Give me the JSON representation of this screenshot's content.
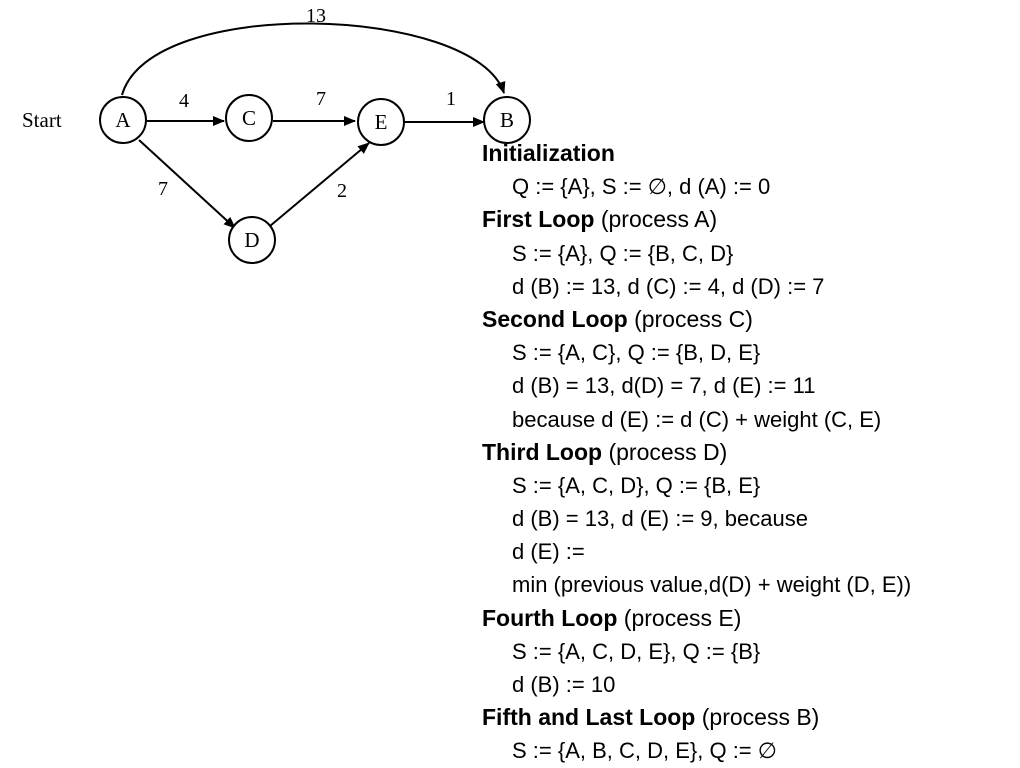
{
  "graph": {
    "start_label": "Start",
    "nodes": [
      {
        "id": "A",
        "label": "A"
      },
      {
        "id": "C",
        "label": "C"
      },
      {
        "id": "E",
        "label": "E"
      },
      {
        "id": "B",
        "label": "B"
      },
      {
        "id": "D",
        "label": "D"
      }
    ],
    "edges": [
      {
        "from": "A",
        "to": "B",
        "weight": "13"
      },
      {
        "from": "A",
        "to": "C",
        "weight": "4"
      },
      {
        "from": "C",
        "to": "E",
        "weight": "7"
      },
      {
        "from": "E",
        "to": "B",
        "weight": "1"
      },
      {
        "from": "A",
        "to": "D",
        "weight": "7"
      },
      {
        "from": "D",
        "to": "E",
        "weight": "2"
      }
    ]
  },
  "steps": [
    {
      "title": "Initialization",
      "note": "",
      "lines": [
        "Q := {A}, S := ∅, d (A) := 0"
      ]
    },
    {
      "title": "First Loop",
      "note": "(process A)",
      "lines": [
        "S := {A}, Q := {B, C, D}",
        "d (B) := 13, d (C) := 4, d (D) := 7"
      ]
    },
    {
      "title": "Second Loop",
      "note": "(process C)",
      "lines": [
        "S := {A, C}, Q := {B, D, E}",
        "d (B) = 13, d(D) = 7, d (E) := 11",
        "because d (E) := d (C) + weight (C, E)"
      ]
    },
    {
      "title": "Third Loop",
      "note": "(process D)",
      "lines": [
        "S := {A, C, D}, Q := {B, E}",
        "d (B) = 13, d (E) := 9, because",
        "d (E) :=",
        "min (previous value,d(D) + weight (D, E))"
      ]
    },
    {
      "title": "Fourth Loop",
      "note": "(process E)",
      "lines": [
        "S := {A, C, D, E}, Q := {B}",
        "d (B) := 10"
      ]
    },
    {
      "title": "Fifth and Last Loop",
      "note": "(process B)",
      "lines": [
        "S := {A, B, C, D, E}, Q := ∅"
      ]
    }
  ]
}
